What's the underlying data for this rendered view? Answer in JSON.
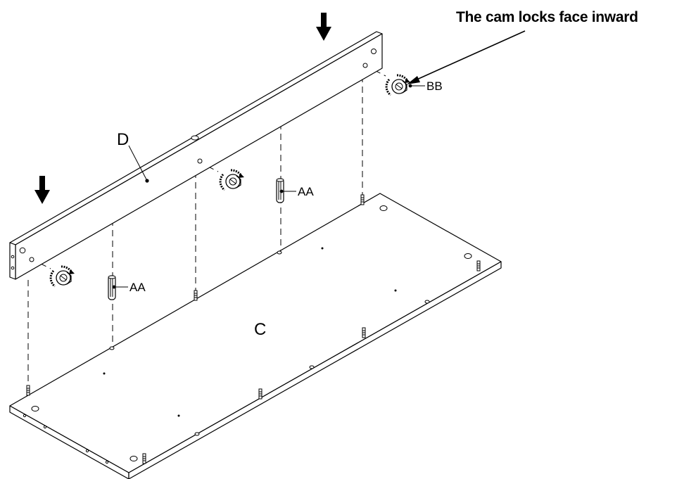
{
  "callout": {
    "text": "The cam locks face inward"
  },
  "labels": {
    "panel_d": "D",
    "panel_c": "C",
    "dowel_left": "AA",
    "dowel_right": "AA",
    "cam_lock": "BB"
  },
  "icons": {
    "arrow": "down-arrow-icon",
    "cam": "cam-lock-icon",
    "dowel": "wood-dowel-icon",
    "bolt": "cam-bolt-icon"
  }
}
